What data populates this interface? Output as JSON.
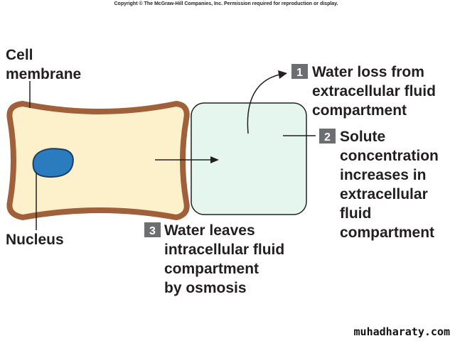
{
  "copyright": "Copyright © The McGraw-Hill Companies, Inc. Permission required for reproduction or display.",
  "labels": {
    "cell_membrane_line1": "Cell",
    "cell_membrane_line2": "membrane",
    "nucleus": "Nucleus"
  },
  "steps": [
    {
      "number": "1",
      "lines": [
        "Water loss from",
        "extracellular fluid",
        "compartment"
      ]
    },
    {
      "number": "2",
      "lines": [
        "Solute",
        "concentration",
        "increases in",
        "extracellular",
        "fluid",
        "compartment"
      ]
    },
    {
      "number": "3",
      "lines": [
        "Water leaves",
        "intracellular fluid",
        "compartment",
        "by osmosis"
      ]
    }
  ],
  "watermark": "muhadharaty.com",
  "colors": {
    "cell_fill": "#fdf1cc",
    "membrane": "#a0603a",
    "nucleus_fill": "#2b7bbf",
    "nucleus_stroke": "#1b3f66",
    "extracellular_fill": "#e4f6ee",
    "extracellular_stroke": "#222222",
    "badge": "#6d6e71"
  }
}
